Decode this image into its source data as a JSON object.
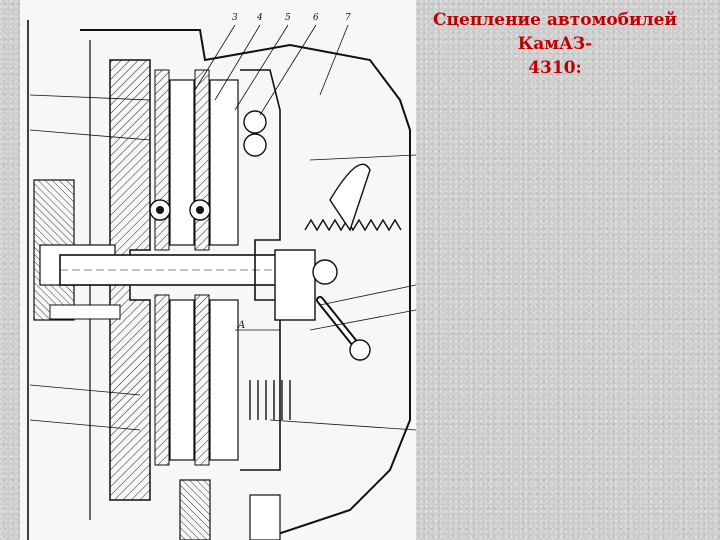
{
  "slide": {
    "title_line1": "Сцепление автомобилей КамАЗ-",
    "title_line2": "4310:",
    "title_color": "#c00000"
  },
  "drawing": {
    "callouts": [
      "3",
      "4",
      "5",
      "6",
      "7"
    ],
    "dimension_label": "A"
  }
}
